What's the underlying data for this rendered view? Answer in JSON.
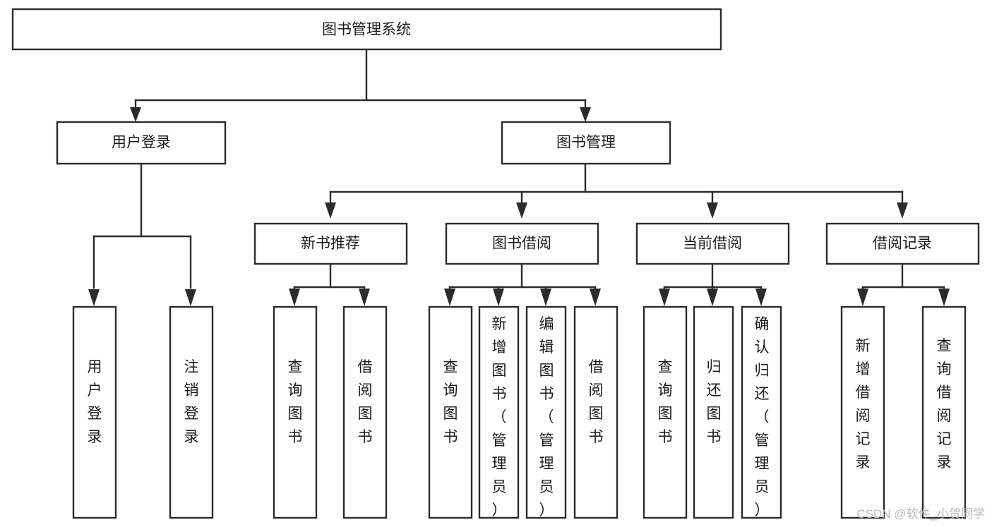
{
  "diagram": {
    "title": "图书管理系统",
    "type": "tree-hierarchy",
    "root": {
      "id": "root",
      "label": "图书管理系统"
    },
    "level2": [
      {
        "id": "user-login",
        "label": "用户登录"
      },
      {
        "id": "book-management",
        "label": "图书管理"
      }
    ],
    "level3": [
      {
        "id": "new-book-recommend",
        "label": "新书推荐",
        "parent": "book-management"
      },
      {
        "id": "book-borrow",
        "label": "图书借阅",
        "parent": "book-management"
      },
      {
        "id": "current-borrow",
        "label": "当前借阅",
        "parent": "book-management"
      },
      {
        "id": "borrow-record",
        "label": "借阅记录",
        "parent": "book-management"
      }
    ],
    "leaves": [
      {
        "id": "leaf-user-login",
        "label": "用户登录",
        "parent": "user-login"
      },
      {
        "id": "leaf-logout",
        "label": "注销登录",
        "parent": "user-login"
      },
      {
        "id": "leaf-query-book-1",
        "label": "查询图书",
        "parent": "new-book-recommend"
      },
      {
        "id": "leaf-borrow-book-1",
        "label": "借阅图书",
        "parent": "new-book-recommend"
      },
      {
        "id": "leaf-query-book-2",
        "label": "查询图书",
        "parent": "book-borrow"
      },
      {
        "id": "leaf-add-book",
        "label": "新增图书（管理员）",
        "parent": "book-borrow"
      },
      {
        "id": "leaf-edit-book",
        "label": "编辑图书（管理员）",
        "parent": "book-borrow"
      },
      {
        "id": "leaf-borrow-book-2",
        "label": "借阅图书",
        "parent": "book-borrow"
      },
      {
        "id": "leaf-query-book-3",
        "label": "查询图书",
        "parent": "current-borrow"
      },
      {
        "id": "leaf-return-book",
        "label": "归还图书",
        "parent": "current-borrow"
      },
      {
        "id": "leaf-confirm-return",
        "label": "确认归还（管理员）",
        "parent": "current-borrow"
      },
      {
        "id": "leaf-add-record",
        "label": "新增借阅记录",
        "parent": "borrow-record"
      },
      {
        "id": "leaf-query-record",
        "label": "查询借阅记录",
        "parent": "borrow-record"
      }
    ],
    "colors": {
      "stroke": "#2b2b2b",
      "fill": "#ffffff",
      "text": "#1a1a1a",
      "watermark": "#b9b9b9"
    }
  },
  "watermark": {
    "text": "CSDN @软件_小贺同学"
  }
}
